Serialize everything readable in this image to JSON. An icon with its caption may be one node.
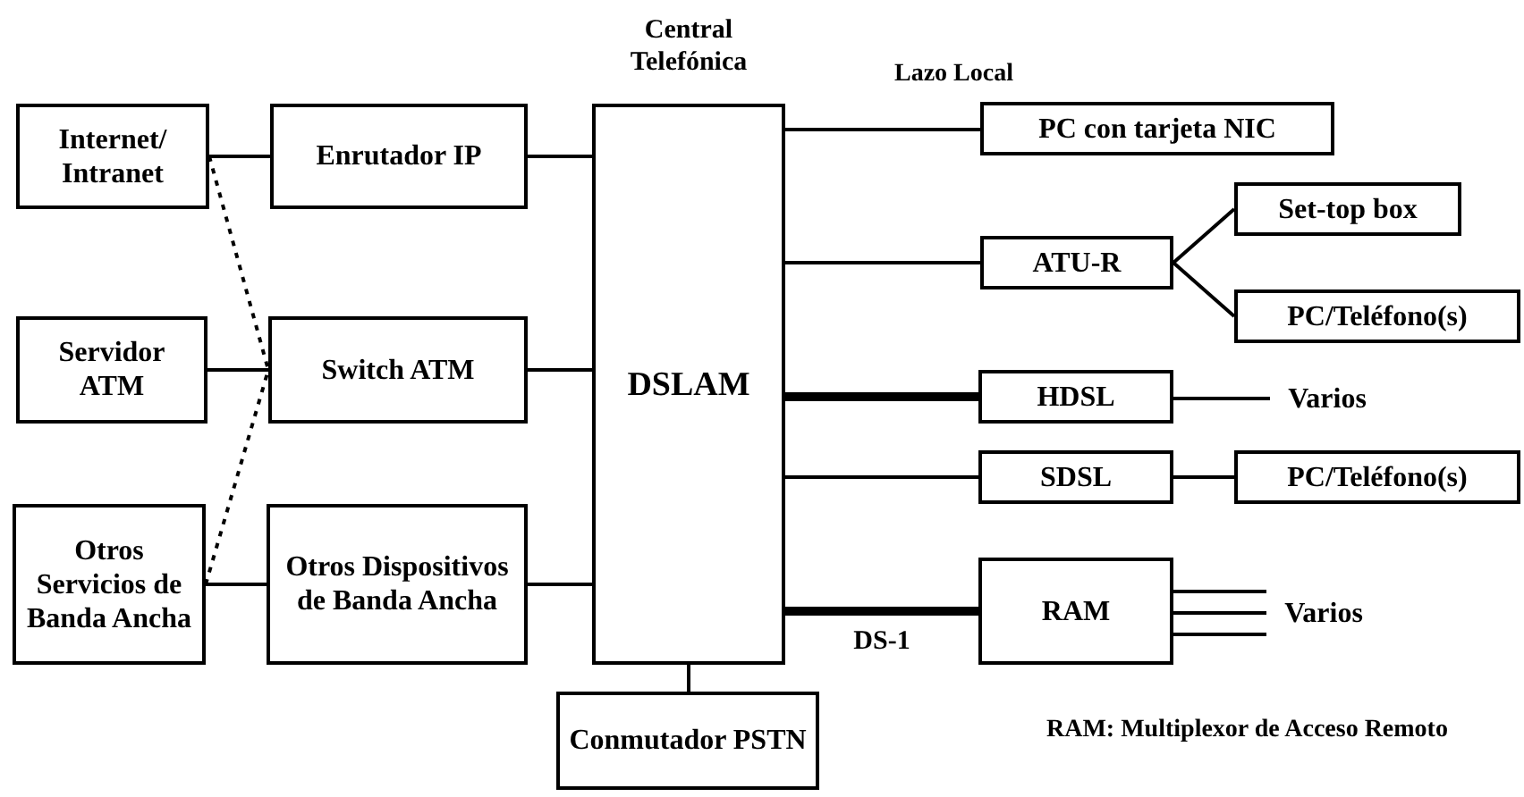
{
  "diagram": {
    "nodes": [
      {
        "text": [
          "Internet/ Intranet"
        ]
      },
      {
        "text": [
          "Enrutador IP"
        ]
      },
      {
        "text": [
          "Servidor ATM"
        ]
      },
      {
        "text": [
          "Switch ATM"
        ]
      },
      {
        "text": [
          "Otros Servicios de Banda Ancha"
        ]
      },
      {
        "text": [
          "Otros Dispositivos de Banda Ancha"
        ]
      },
      {
        "text": [
          "Central Telefónica",
          "DSLAM"
        ]
      },
      {
        "text": [
          "Conmutador PSTN"
        ]
      },
      {
        "text": [
          "PC con tarjeta NIC"
        ]
      },
      {
        "text": [
          "ATU-R"
        ]
      },
      {
        "text": [
          "Set-top box"
        ]
      },
      {
        "text": [
          "PC/Teléfono(s)"
        ]
      },
      {
        "text": [
          "HDSL"
        ]
      },
      {
        "text": [
          "Varios"
        ]
      },
      {
        "text": [
          "SDSL"
        ]
      },
      {
        "text": [
          "PC/Teléfono(s)"
        ]
      },
      {
        "text": [
          "RAM"
        ]
      },
      {
        "text": [
          "Varios"
        ]
      }
    ],
    "edges": [
      {
        "from": 0,
        "to": 1,
        "arrow": "none"
      },
      {
        "from": 0,
        "to": 3,
        "arrow": "none",
        "style": "dashed"
      },
      {
        "from": 1,
        "to": 6,
        "arrow": "none"
      },
      {
        "from": 2,
        "to": 3,
        "arrow": "none"
      },
      {
        "from": 4,
        "to": 3,
        "arrow": "none",
        "style": "dashed"
      },
      {
        "from": 3,
        "to": 6,
        "arrow": "none"
      },
      {
        "from": 4,
        "to": 5,
        "arrow": "none"
      },
      {
        "from": 5,
        "to": 6,
        "arrow": "none"
      },
      {
        "from": 6,
        "to": 7,
        "arrow": "none"
      },
      {
        "from": 6,
        "to": 8,
        "arrow": "none"
      },
      {
        "from": 6,
        "to": 9,
        "arrow": "none"
      },
      {
        "from": 9,
        "to": 10,
        "arrow": "none"
      },
      {
        "from": 9,
        "to": 11,
        "arrow": "none"
      },
      {
        "from": 6,
        "to": 12,
        "arrow": "none",
        "style": "thick"
      },
      {
        "from": 12,
        "to": 13,
        "arrow": "none"
      },
      {
        "from": 6,
        "to": 14,
        "arrow": "none"
      },
      {
        "from": 14,
        "to": 15,
        "arrow": "none"
      },
      {
        "from": 6,
        "to": 16,
        "arrow": "none",
        "style": "thick",
        "label": "DS-1"
      },
      {
        "from": 16,
        "to": 17,
        "arrow": "none"
      },
      {
        "from": 16,
        "to": 17,
        "arrow": "none"
      },
      {
        "from": 16,
        "to": 17,
        "arrow": "none"
      }
    ],
    "labels": [
      "Lazo Local",
      "RAM: Multiplexor de Acceso Remoto"
    ]
  }
}
